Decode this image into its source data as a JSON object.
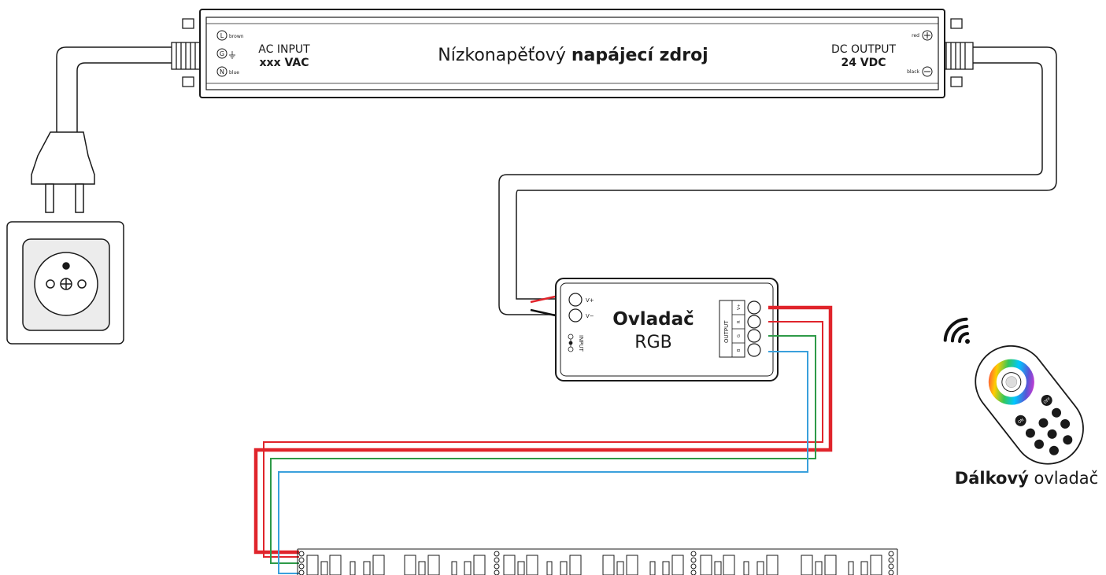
{
  "power_supply": {
    "title_regular": "Nízkonapěťový",
    "title_bold": "napájecí zdroj",
    "ac_input_label": "AC INPUT",
    "ac_input_value": "xxx VAC",
    "dc_output_label": "DC OUTPUT",
    "dc_output_value": "24 VDC",
    "terminal_L": "L",
    "terminal_G": "G",
    "terminal_N": "N",
    "wire_brown": "brown",
    "wire_blue": "blue",
    "wire_red": "red",
    "wire_black": "black"
  },
  "controller": {
    "title_bold": "Ovladač",
    "title_regular": "RGB",
    "input_label": "INPUT",
    "vplus": "V+",
    "vminus": "V−",
    "output_label": "OUTPUT",
    "output_pins": [
      "V+",
      "R",
      "G",
      "B"
    ]
  },
  "remote": {
    "label_bold": "Dálkový",
    "label_regular": "ovladač",
    "btn_on": "ON",
    "btn_off": "OFF"
  },
  "colors": {
    "outline": "#1a1a1a",
    "wire_red": "#e0242b",
    "wire_green": "#2e9a48",
    "wire_blue": "#3aa0dc",
    "wire_black": "#111111",
    "socket_fill": "#ececec"
  }
}
